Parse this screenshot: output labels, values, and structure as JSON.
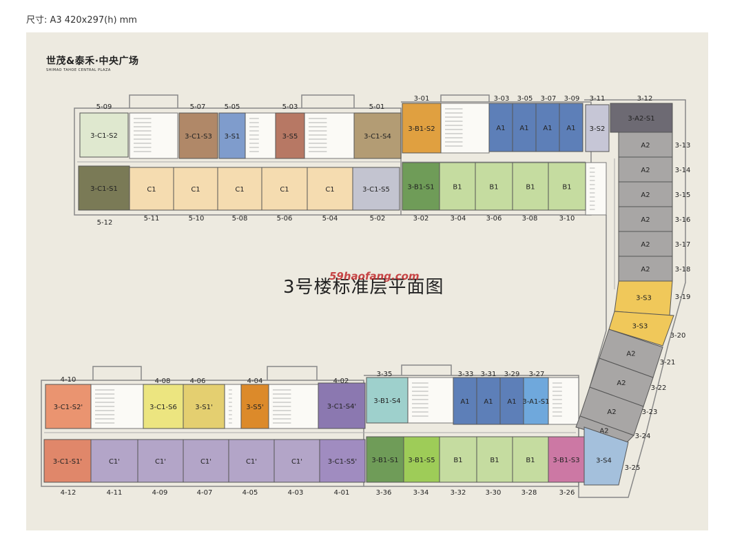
{
  "spec_text": "尺寸: A3  420x297(h) mm",
  "logo": {
    "main": "世茂&泰禾·中央广场",
    "sub": "SHIMAO TAHOE CENTRAL PLAZA"
  },
  "title": "3号楼标准层平面图",
  "watermark": "59haofang.com",
  "colors": {
    "background": "#edeae0",
    "A_blue": "#5d7fb8",
    "B_green": "#c5dca0",
    "C_peach": "#f5dcb0",
    "C_purple": "#b3a5c8",
    "A2_gray": "#a8a6a5",
    "S3_yellow": "#f0c85a"
  },
  "units": [
    {
      "label": "3-C1-S2"
    },
    {
      "label": "3-C1-S3"
    },
    {
      "label": "3-S1"
    },
    {
      "label": "3-S5"
    },
    {
      "label": "3-C1-S4"
    },
    {
      "label": "3-B1-S2"
    },
    {
      "label": "A1"
    },
    {
      "label": "A1"
    },
    {
      "label": "A1"
    },
    {
      "label": "A1"
    },
    {
      "label": "3-S2"
    },
    {
      "label": "3-A2-S1"
    },
    {
      "label": "3-C1-S1"
    },
    {
      "label": "C1"
    },
    {
      "label": "C1"
    },
    {
      "label": "C1"
    },
    {
      "label": "C1"
    },
    {
      "label": "C1"
    },
    {
      "label": "3-C1-S5"
    },
    {
      "label": "3-B1-S1"
    },
    {
      "label": "B1"
    },
    {
      "label": "B1"
    },
    {
      "label": "B1"
    },
    {
      "label": "B1"
    },
    {
      "label": "A2"
    },
    {
      "label": "A2"
    },
    {
      "label": "A2"
    },
    {
      "label": "A2"
    },
    {
      "label": "A2"
    },
    {
      "label": "A2"
    },
    {
      "label": "3-S3"
    },
    {
      "label": "3-S3"
    },
    {
      "label": "A2"
    },
    {
      "label": "A2"
    },
    {
      "label": "A2"
    },
    {
      "label": "A2"
    },
    {
      "label": "3-C1-S2'"
    },
    {
      "label": "3-C1-S6"
    },
    {
      "label": "3-S1'"
    },
    {
      "label": "3-S5'"
    },
    {
      "label": "3-C1-S4'"
    },
    {
      "label": "3-B1-S4"
    },
    {
      "label": "A1"
    },
    {
      "label": "A1"
    },
    {
      "label": "A1"
    },
    {
      "label": "3-A1-S1"
    },
    {
      "label": "3-C1-S1'"
    },
    {
      "label": "C1'"
    },
    {
      "label": "C1'"
    },
    {
      "label": "C1'"
    },
    {
      "label": "C1'"
    },
    {
      "label": "C1'"
    },
    {
      "label": "3-C1-S5'"
    },
    {
      "label": "3-B1-S1"
    },
    {
      "label": "3-B1-S5"
    },
    {
      "label": "B1"
    },
    {
      "label": "B1"
    },
    {
      "label": "B1"
    },
    {
      "label": "3-B1-S3"
    },
    {
      "label": "3-S4"
    }
  ],
  "unit_numbers": [
    "5-09",
    "5-07",
    "5-05",
    "5-03",
    "5-01",
    "3-01",
    "3-03",
    "3-05",
    "3-07",
    "3-09",
    "3-11",
    "3-12",
    "5-12",
    "5-11",
    "5-10",
    "5-08",
    "5-06",
    "5-04",
    "5-02",
    "3-02",
    "3-04",
    "3-06",
    "3-08",
    "3-10",
    "3-13",
    "3-14",
    "3-15",
    "3-16",
    "3-17",
    "3-18",
    "3-19",
    "3-20",
    "3-21",
    "3-22",
    "3-23",
    "3-24",
    "3-25",
    "4-10",
    "4-08",
    "4-06",
    "4-04",
    "4-02",
    "3-35",
    "3-33",
    "3-31",
    "3-29",
    "3-27",
    "4-12",
    "4-11",
    "4-09",
    "4-07",
    "4-05",
    "4-03",
    "4-01",
    "3-36",
    "3-34",
    "3-32",
    "3-30",
    "3-28",
    "3-26"
  ]
}
